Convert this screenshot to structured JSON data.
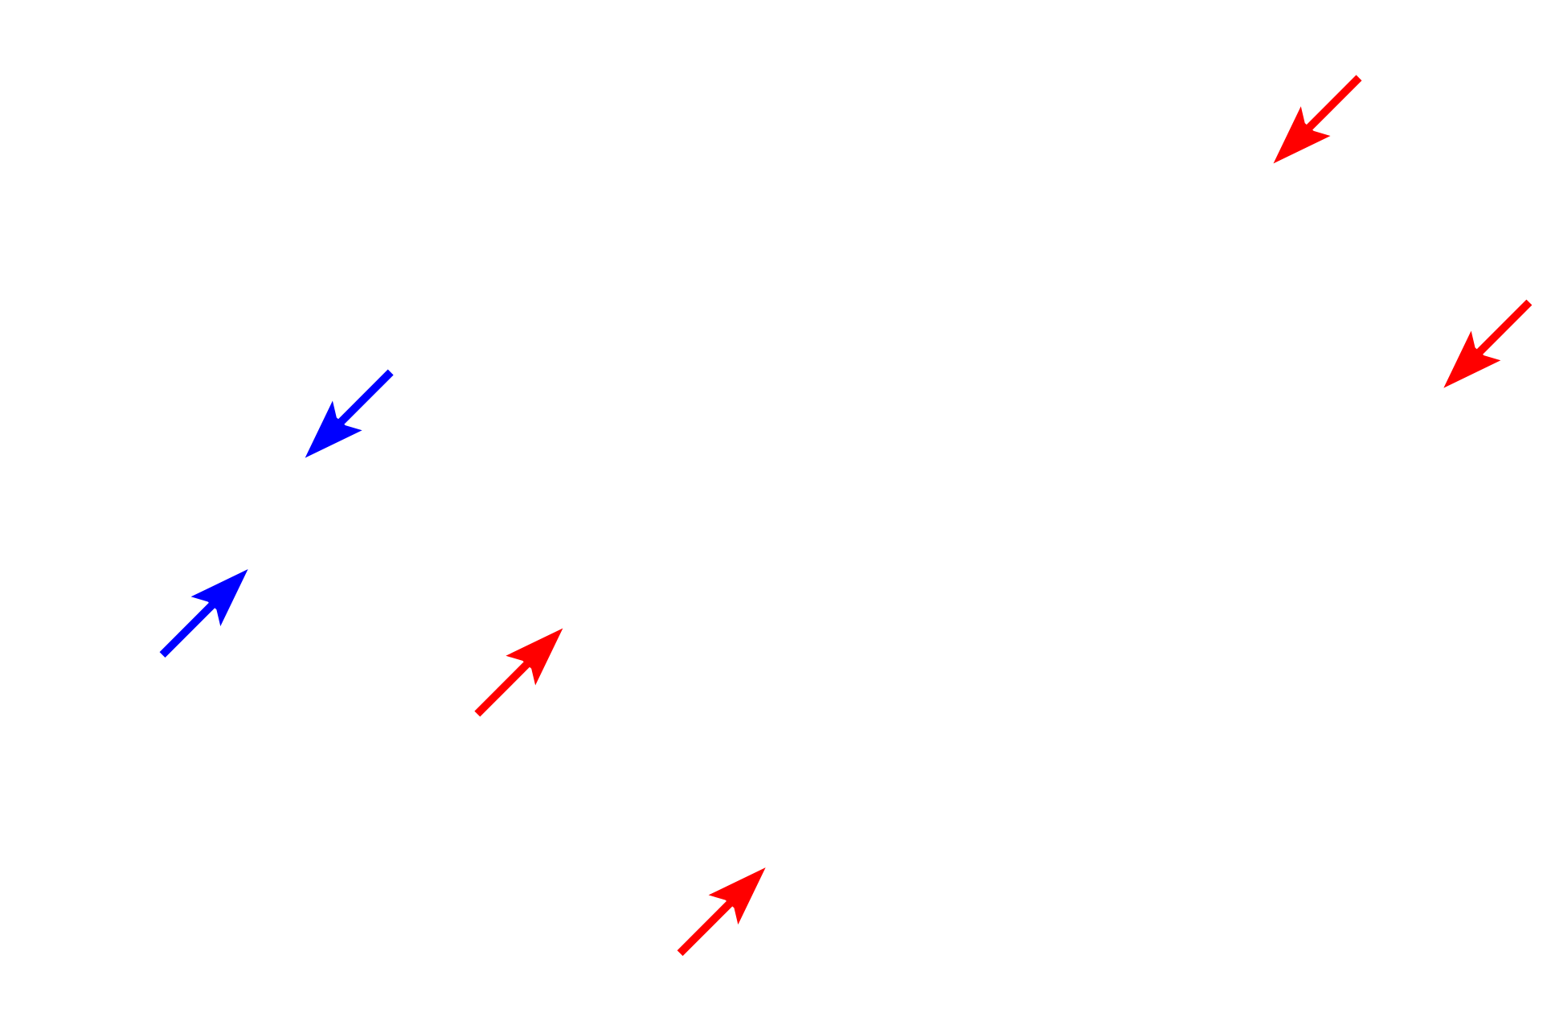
{
  "background": "#ffffff",
  "colors": {
    "red": "#ff0000",
    "blue": "#0000ff"
  },
  "arrows": [
    {
      "color": "red",
      "direction": "down-left"
    },
    {
      "color": "red",
      "direction": "down-left"
    },
    {
      "color": "blue",
      "direction": "down-left"
    },
    {
      "color": "blue",
      "direction": "up-right"
    },
    {
      "color": "red",
      "direction": "up-right"
    },
    {
      "color": "red",
      "direction": "up-right"
    }
  ]
}
